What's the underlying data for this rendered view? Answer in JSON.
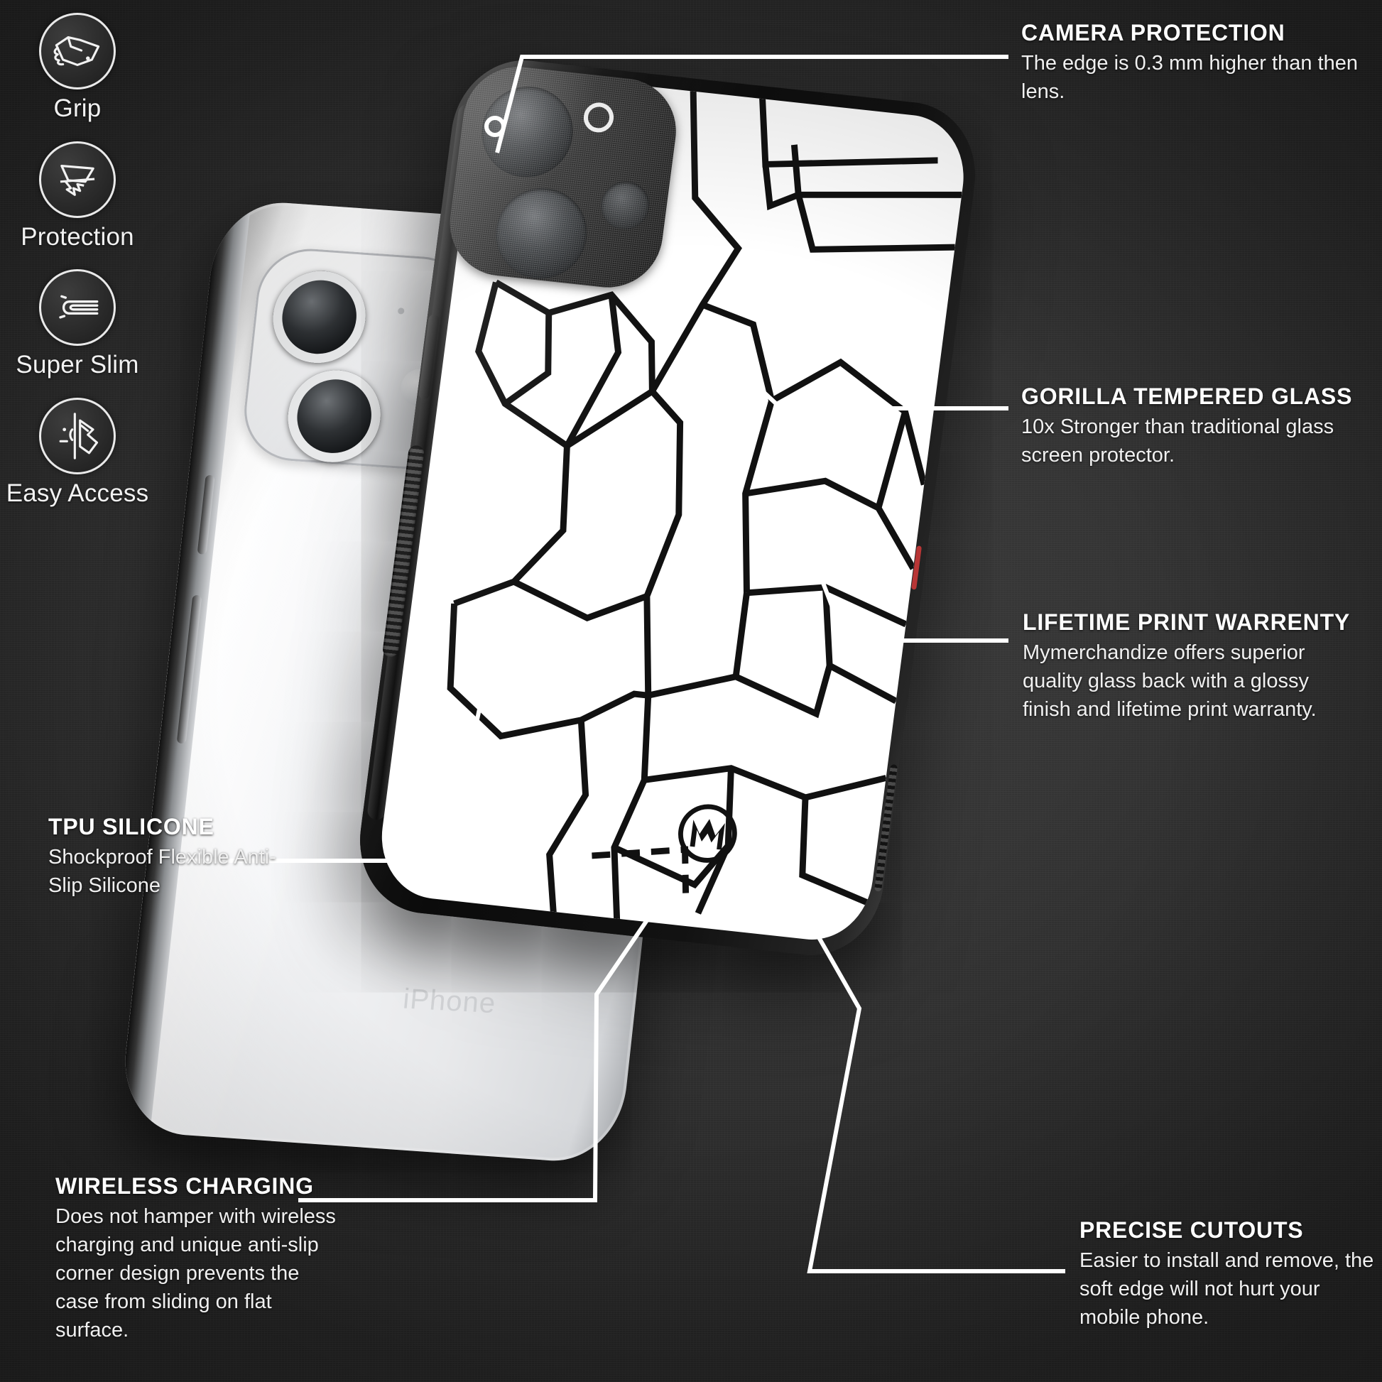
{
  "theme": {
    "background_dark": "#2b2b2b",
    "text_primary": "#ffffff",
    "accent_red": "#d23a3a",
    "case_print_bg": "#ffffff",
    "case_print_line": "#111111"
  },
  "feature_strip": {
    "items": [
      {
        "icon": "handshake-grip-icon",
        "label": "Grip"
      },
      {
        "icon": "shield-impact-protection-icon",
        "label": "Protection"
      },
      {
        "icon": "slim-profile-icon",
        "label": "Super Slim"
      },
      {
        "icon": "finger-tap-access-icon",
        "label": "Easy Access"
      }
    ]
  },
  "callouts": [
    {
      "id": "camera-protection",
      "title": "CAMERA PROTECTION",
      "body": "The edge is 0.3 mm higher than then lens."
    },
    {
      "id": "gorilla-tempered-glass",
      "title": "GORILLA TEMPERED GLASS",
      "body": "10x Stronger than traditional glass screen protector."
    },
    {
      "id": "lifetime-print-warrenty",
      "title": "LIFETIME PRINT WARRENTY",
      "body": "Mymerchandize offers superior quality glass back with a glossy finish and lifetime  print warranty."
    },
    {
      "id": "tpu-silicone",
      "title": "TPU SILICONE",
      "body": "Shockproof Flexible Anti-Slip Silicone"
    },
    {
      "id": "wireless-charging",
      "title": "WIRELESS CHARGING",
      "body": "Does not hamper with wireless charging and unique anti-slip corner design prevents the case from sliding on flat surface."
    },
    {
      "id": "precise-cutouts",
      "title": "PRECISE CUTOUTS",
      "body": "Easier to install and remove, the soft edge will not hurt your mobile phone."
    }
  ],
  "devices": {
    "rear_phone": {
      "name": "iphone-rear-view",
      "model_text": "iPhone",
      "camera_count": 2,
      "logo": "apple-logo-icon"
    },
    "front_phone": {
      "name": "iphone-with-printed-glass-case",
      "case_pattern": "geometric-line-art-panels",
      "brand_logo": "mymerchandize-m-logo-icon",
      "camera_cutouts": 3
    }
  }
}
